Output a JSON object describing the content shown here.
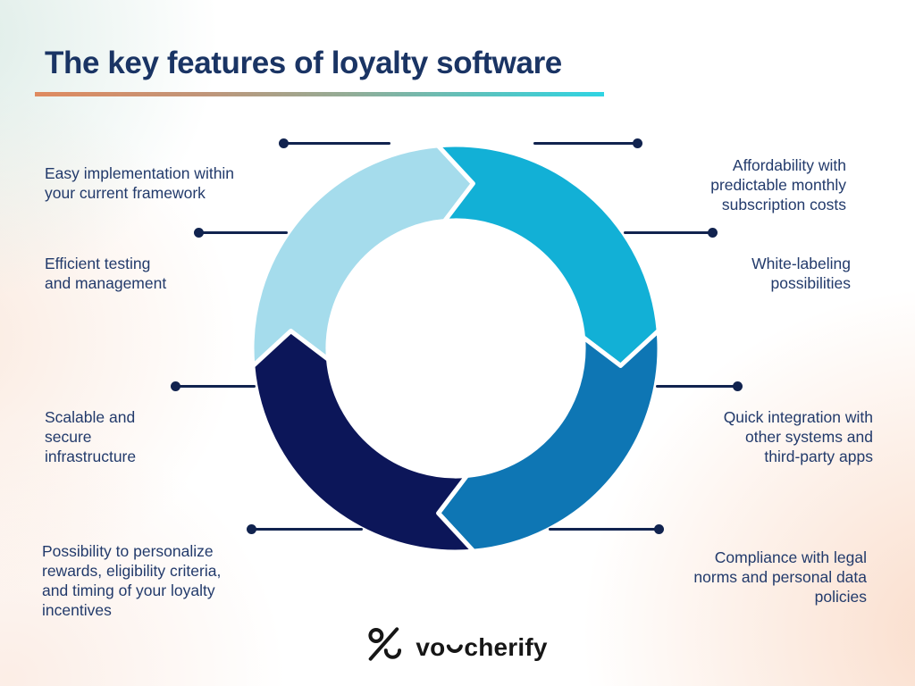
{
  "title": "The key features of loyalty software",
  "accent_bar": {
    "gradient_from": "#df8a5f",
    "gradient_to": "#2fd4e3"
  },
  "features_left": [
    {
      "label": "Easy implementation within\nyour current framework"
    },
    {
      "label": "Efficient testing\nand management"
    },
    {
      "label": "Scalable and\nsecure\ninfrastructure"
    },
    {
      "label": "Possibility to personalize\nrewards, eligibility criteria,\nand timing of your loyalty\nincentives"
    }
  ],
  "features_right": [
    {
      "label": "Affordability with\npredictable monthly\nsubscription costs"
    },
    {
      "label": "White-labeling\npossibilities"
    },
    {
      "label": "Quick integration with\nother systems and\nthird-party apps"
    },
    {
      "label": "Compliance with legal\nnorms and personal data\npolicies"
    }
  ],
  "diagram": {
    "type": "cycle-arrows",
    "direction": "clockwise",
    "segments": [
      {
        "position": "top-left",
        "color": "#a5dcec"
      },
      {
        "position": "top-right",
        "color": "#12b0d6"
      },
      {
        "position": "bottom-right",
        "color": "#0e76b4"
      },
      {
        "position": "bottom-left",
        "color": "#0c1659"
      }
    ]
  },
  "connectors": {
    "color": "#11234f"
  },
  "text_color": "#223a6b",
  "logo": {
    "brand": "voucherify",
    "word_start": "vo",
    "word_end": "cherify",
    "mark": "percent-smile-icon",
    "color": "#161616"
  }
}
